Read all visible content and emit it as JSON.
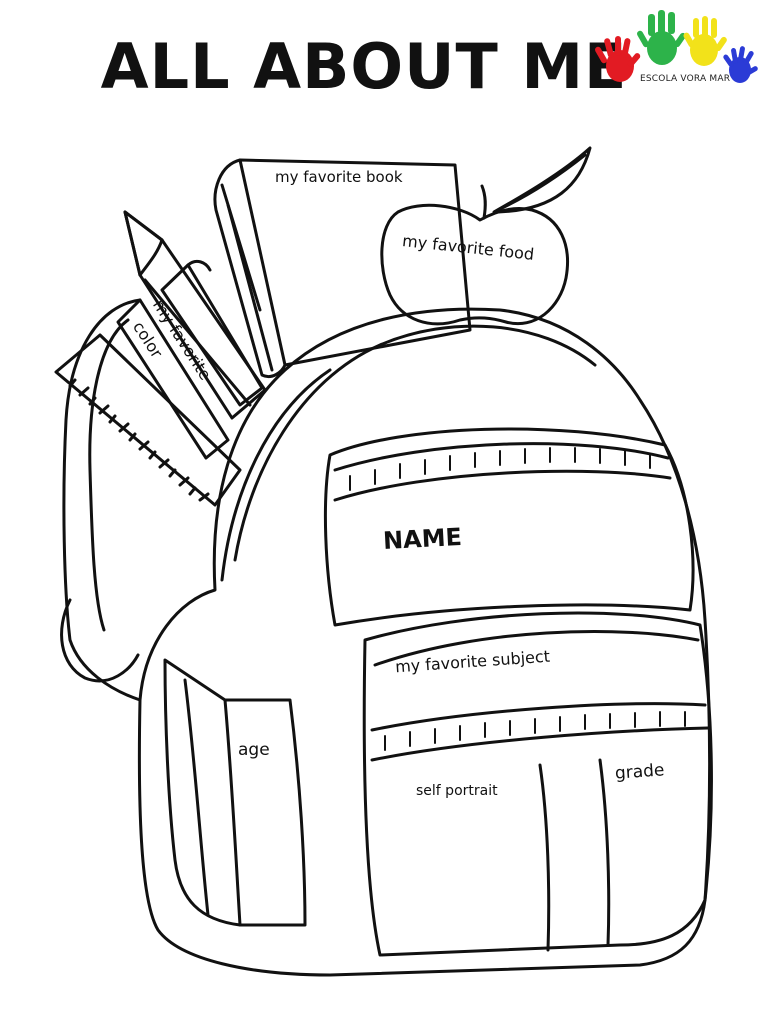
{
  "title": "ALL ABOUT ME",
  "logo": {
    "text": "ESCOLA VORA MAR",
    "hand_colors": [
      "#e21b23",
      "#2db34a",
      "#f2e21a",
      "#2b3bd6"
    ]
  },
  "labels": {
    "favorite_book": "my favorite book",
    "favorite_food": "my favorite food",
    "favorite_color_line1": "my favorite",
    "favorite_color_line2": "color",
    "name": "NAME",
    "favorite_subject": "my favorite subject",
    "age": "age",
    "self_portrait": "self portrait",
    "grade": "grade"
  }
}
